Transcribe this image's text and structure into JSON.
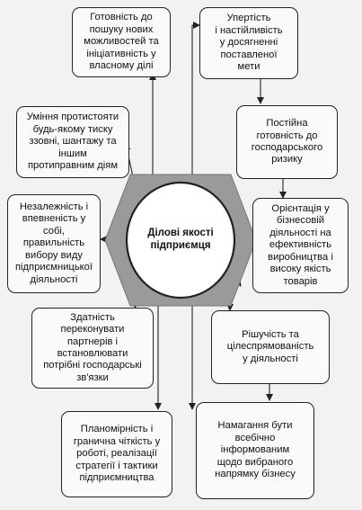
{
  "center": {
    "title": "Ділові якості\nпідприємця"
  },
  "qualities": [
    "Готовність до\nпошуку нових\nможливостей та\nініціативність у\nвласному ділі",
    "Упертість\nі настійливість\nу досягненні\nпоставленої\nмети",
    "Уміння протистояти\nбудь-якому тиску\nззовні, шантажу та\nіншим\nпротиправним діям",
    "Постійна\nготовність до\nгосподарського\nризику",
    "Незалежність і\nвпевненість у\nсобі,\nправильність\nвибору виду\nпідприємницької\nдіяльності",
    "Орієнтація у\nбізнесовій\nдіяльності на\nефективність\nвиробництва і\nвисоку якість\nтоварів",
    "Здатність\nпереконувати\nпартнерів і\nвстановлювати\nпотрібні господарські\nзв'язки",
    "Рішучість та\nцілеспрямованість\nу діяльності",
    "Планомірність і\nгранична чіткість у\nроботі, реалізації\nстратегії і тактики\nпідприємництва",
    "Намагання бути\nвсебічно\nінформованим\nщодо вибраного\nнапрямку бізнесу"
  ],
  "colors": {
    "hexagon": "#9a9a9a",
    "ellipse_fill": "#ffffff",
    "line": "#222222",
    "box_fill": "#fafafa"
  }
}
